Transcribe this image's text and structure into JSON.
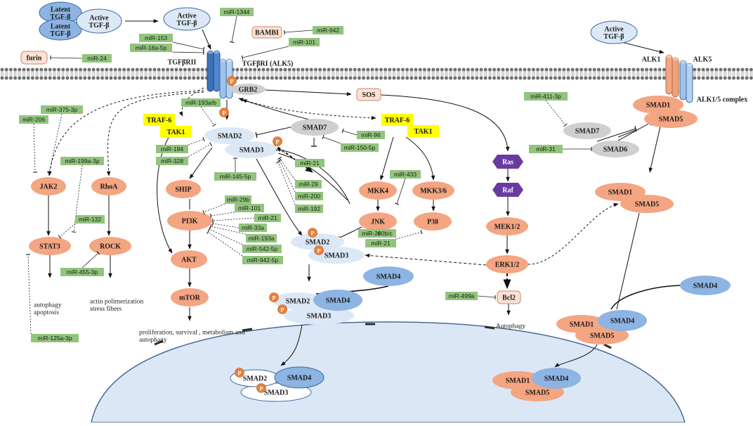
{
  "colors": {
    "salmon": "#f4a582",
    "salmon_dark": "#e07b4f",
    "blue_node": "#8db4e2",
    "pale_blue": "#dce8f6",
    "gray_node": "#cfcfcf",
    "mir_green": "#92c47d",
    "yellow": "#ffff00",
    "purple": "#6b3aa0",
    "phospho": "#e8813a",
    "nucleus": "#dbe7f5",
    "membrane": "#6d6d6d"
  },
  "icons": {
    "phosphate": "phosphate-icon",
    "receptor": "receptor-icon",
    "inhibition": "inhibition-arrow-icon",
    "activation": "activation-arrow-icon"
  },
  "labels": {
    "latent1": "Latent\nTGF-β",
    "latent2": "Latent\nTGF-β",
    "active_tgfb_small": "Active\nTGF-β",
    "active_tgfb_top": "Active\nTGF-β",
    "active_tgfb_right": "Active\nTGF-β",
    "furin": "furin",
    "bambi": "BAMBI",
    "tgfbrii": "TGFβRII",
    "tgfbri": "TGFβRI (ALK5)",
    "grb2": "GRB2",
    "sos": "SOS",
    "traf6_left": "TRAF-6",
    "tak1_left": "TAK1",
    "traf6_right": "TRAF-6",
    "tak1_right": "TAK1",
    "smad2_top": "SMAD2",
    "smad3_top": "SMAD3",
    "smad7": "SMAD7",
    "jak2": "JAK2",
    "rhoa": "RhoA",
    "stat3": "STAT3",
    "rock": "ROCK",
    "ship": "SHIP",
    "pi3k": "PI3K",
    "akt": "AKT",
    "mtor": "mTOR",
    "mkk4": "MKK4",
    "mkk36": "MKK3/6",
    "jnk": "JNK",
    "p38": "P38",
    "smad2_mid": "SMAD2",
    "smad3_mid": "SMAD3",
    "smad4_mid": "SMAD4",
    "smad2_cplx": "SMAD2",
    "smad4_cplx": "SMAD4",
    "smad3_cplx": "SMAD3",
    "smad2_nuc": "SMAD2",
    "smad4_nuc": "SMAD4",
    "smad3_nuc": "SMAD3",
    "ras": "Ras",
    "raf": "Raf",
    "mek": "MEK1/2",
    "erk": "ERK1/2",
    "bcl2": "Bcl2",
    "alk1": "ALK1",
    "alk5": "ALK5",
    "alk_complex": "ALK1/5 complex",
    "smad1_r1": "SMAD1",
    "smad5_r1": "SMAD5",
    "smad7_right": "SMAD7",
    "smad6": "SMAD6",
    "smad1_r2": "SMAD1",
    "smad5_r2": "SMAD5",
    "smad4_right": "SMAD4",
    "smad1_r3": "SMAD1",
    "smad4_r3": "SMAD4",
    "smad5_r3": "SMAD5",
    "smad1_nuc_r": "SMAD1",
    "smad4_nuc_r": "SMAD4",
    "smad5_nuc_r": "SMAD5",
    "phospho": "P"
  },
  "outcomes": {
    "autophagy_apoptosis": "autophagy\napoptosis",
    "actin": "actin polimerization\nstress fibers",
    "proliferation": "proliferation, survival , metabolism and\nautophagy",
    "autophagy_right": "Autophagy"
  },
  "mirnas": {
    "mir1344": "miR-1344",
    "mir153": "miR-153",
    "mir18a": "miR-18a-5p",
    "mir942_top": "miR-942",
    "mir101_top": "miR-101",
    "mir24": "miR-24",
    "mir375": "miR-375-3p",
    "mir206": "miR-206",
    "mir193ab": "miR-193a/b",
    "mir199a": "miR-199a-3p",
    "mir184": "miR-184",
    "mir328": "miR-328",
    "mir96": "miR-96",
    "mir150": "miR-150-5p",
    "mir21_a": "miR-21",
    "mir145": "miR-145-5p",
    "mir433": "miR-433",
    "mir29": "miR-29",
    "mir200": "miR-200",
    "mir192": "miR-192",
    "mir132": "miR-132",
    "mir29b": "miR-29b",
    "mir101_b": "miR-101",
    "mir21_b": "miR-21",
    "mir33a": "miR-33a",
    "mir193a": "miR-193a",
    "mir542": "miR-542-5p",
    "mir942_b": "miR-942-5p",
    "mir200bc": "miR-200b/c",
    "mir21_c": "miR-21",
    "mir455": "miR-455-3p",
    "mir499a": "miR-499a",
    "mir125a": "miR-125a-3p",
    "mir411": "miR-411-3p",
    "mir31": "miR-31"
  }
}
